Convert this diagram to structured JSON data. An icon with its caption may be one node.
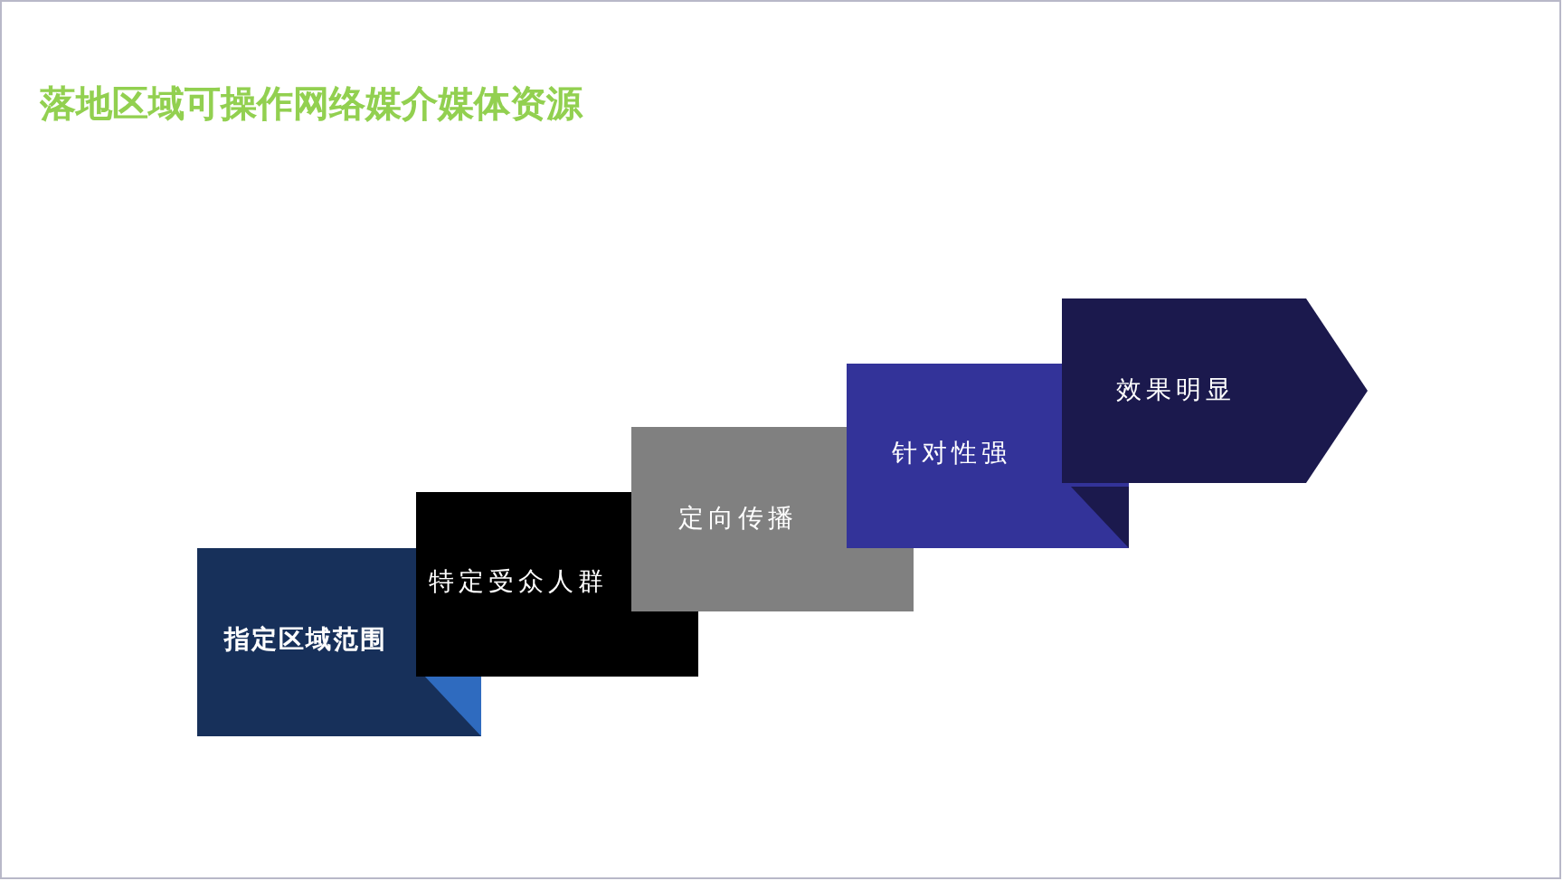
{
  "diagram": {
    "title": "落地区域可操作网络媒介媒体资源",
    "nodes": [
      {
        "text": [
          "指定区域范围"
        ]
      },
      {
        "text": [
          "特定受众人群"
        ]
      },
      {
        "text": [
          "定向传播"
        ]
      },
      {
        "text": [
          "针对性强"
        ]
      },
      {
        "text": [
          "效果明显"
        ]
      }
    ]
  }
}
